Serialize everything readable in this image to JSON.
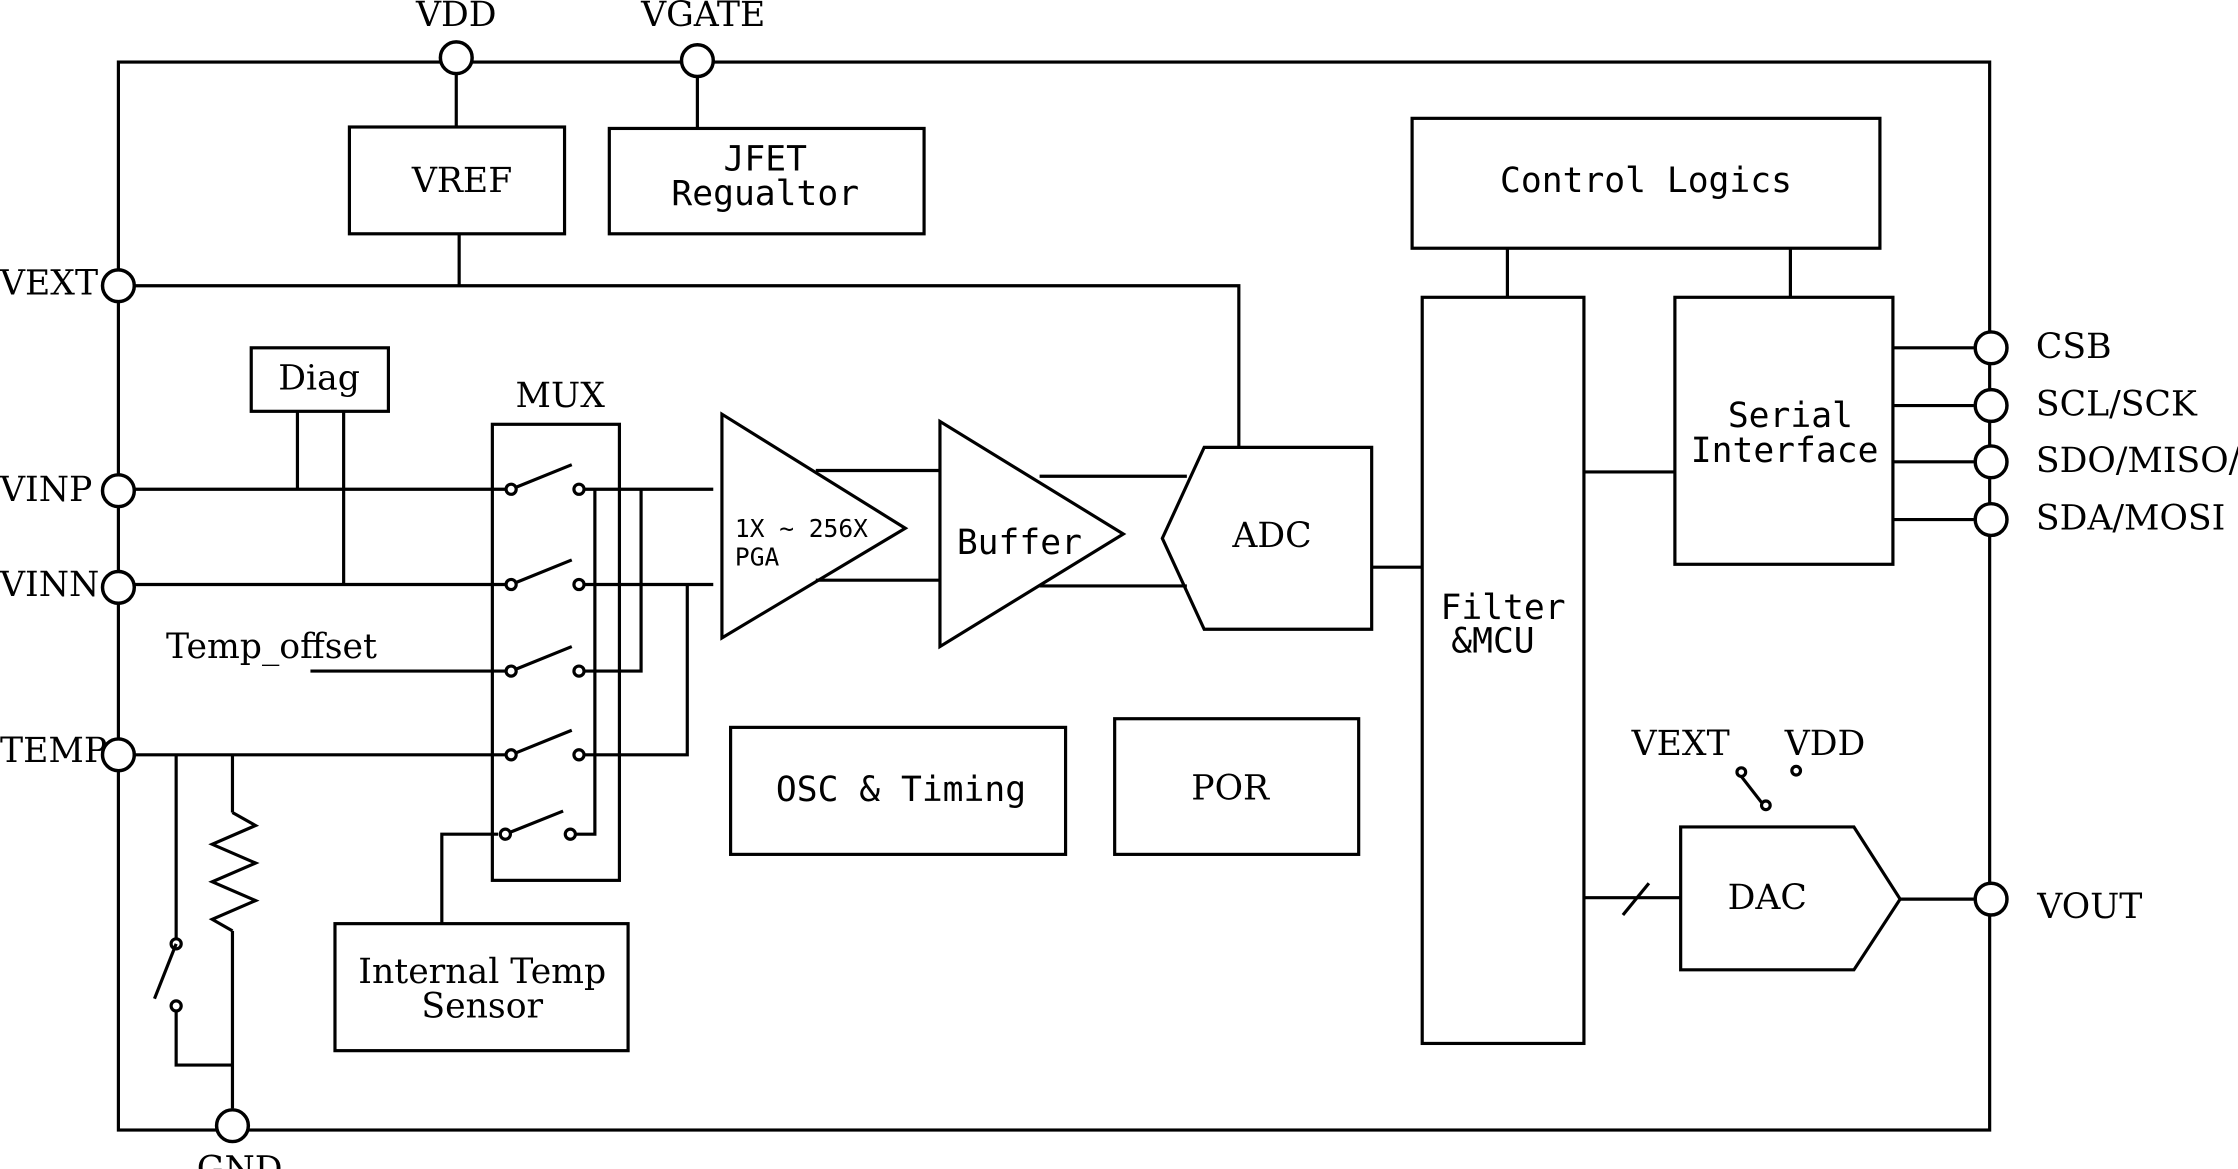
{
  "pins": {
    "vdd": "VDD",
    "vgate": "VGATE",
    "vext": "VEXT",
    "vinp": "VINP",
    "vinn": "VINN",
    "temp": "TEMP",
    "gnd": "GND",
    "csb": "CSB",
    "scl": "SCL/SCK",
    "sdo": "SDO/MISO/INT",
    "sda": "SDA/MOSI",
    "vout": "VOUT"
  },
  "blocks": {
    "vref": "VREF",
    "jfet_line1": "JFET",
    "jfet_line2": "Regualtor",
    "control_logics": "Control Logics",
    "diag": "Diag",
    "mux": "MUX",
    "pga_line1": "1X ~ 256X",
    "pga_line2": "PGA",
    "buffer": "Buffer",
    "adc": "ADC",
    "filter_line1": "Filter",
    "filter_line2": "&MCU",
    "serial_line1": "Serial",
    "serial_line2": "Interface",
    "temp_offset": "Temp_offset",
    "osc": "OSC & Timing",
    "por": "POR",
    "internal_temp_line1": "Internal Temp",
    "internal_temp_line2": "Sensor",
    "dac": "DAC",
    "dac_sel_vext": "VEXT",
    "dac_sel_vdd": "VDD"
  }
}
